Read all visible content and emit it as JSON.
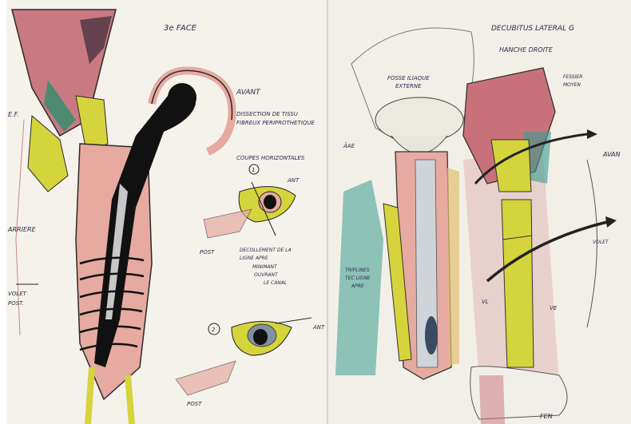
{
  "left_page": {
    "header": "3e FACE",
    "avant": "AVANT",
    "dissection_1": "DISSECTION DE TISSU",
    "dissection_2": "FIBREUX PERIPROTHETIQUE",
    "coupes": "COUPES HORIZONTALES",
    "ant_1": "ANT",
    "ant_2": "ANT",
    "post_1": "POST",
    "post_2": "POST",
    "decollement_1": "DECOLLEMENT DE LA",
    "decollement_2": "LIGNE APRE",
    "decollement_3": "MINIMANT",
    "decollement_4": "OUVRANT",
    "decollement_5": "LE CANAL",
    "label_ef": "E.F.",
    "label_arriere": "ARRIERE",
    "label_volet_1": "VOLET",
    "label_volet_2": "POST.",
    "circle_1": "1",
    "circle_2": "2"
  },
  "right_page": {
    "header_1": "DECUBITUS LATERAL G",
    "header_2": "HANCHE DROITE",
    "fosse_1": "FOSSE ILIAQUE",
    "fosse_2": "EXTERNE",
    "muscle_1": "FESSIER",
    "muscle_2": "MOYEN",
    "avant": "AVAN",
    "volet": "VOLET",
    "tec_1": "TRIPLINES",
    "tec_2": "TEC LIGNE",
    "tec_3": "APRE",
    "label_ae": "ÂAE",
    "label_ve": "VE",
    "label_vl": "VL",
    "label_fe": "FEN"
  },
  "colors": {
    "paper": "#f4f1ea",
    "muscle": "#c9717a",
    "bone_pink": "#e7b3a8",
    "yellow": "#d4d238",
    "teal": "#3a9c8e",
    "ink": "#1a1a1a"
  }
}
